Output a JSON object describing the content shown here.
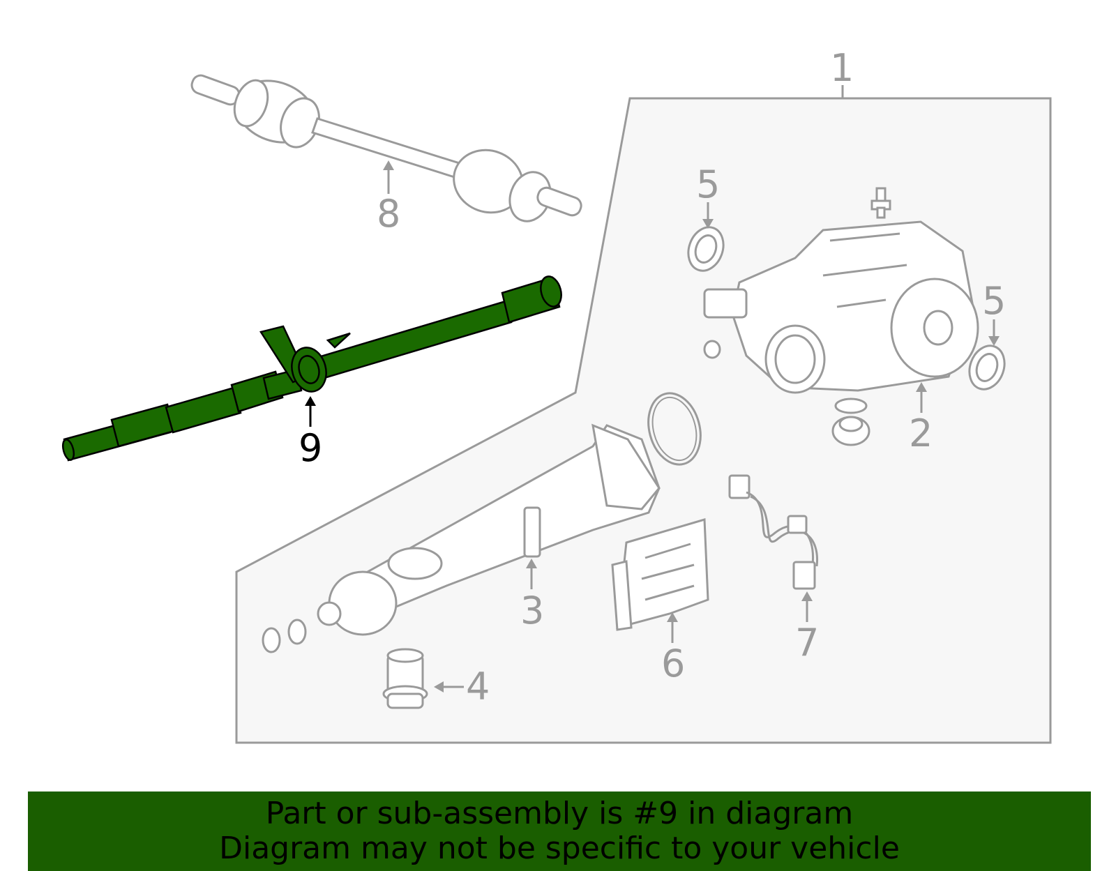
{
  "callouts": {
    "c1": "1",
    "c2": "2",
    "c3": "3",
    "c4": "4",
    "c5a": "5",
    "c5b": "5",
    "c6": "6",
    "c7": "7",
    "c8": "8",
    "c9": "9"
  },
  "highlighted_part": "9",
  "banner": {
    "line1": "Part or sub-assembly is #9 in diagram",
    "line2": "Diagram may not be specific to your vehicle"
  },
  "colors": {
    "highlight": "#1a6a00",
    "banner_bg": "#1a5e00",
    "outline": "#9a9a9a",
    "panel": "#f7f7f7"
  }
}
